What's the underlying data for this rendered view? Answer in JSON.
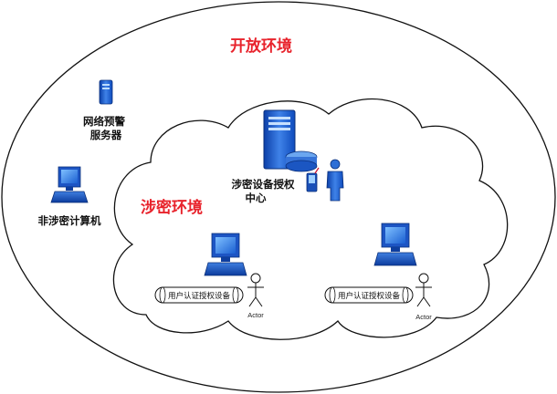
{
  "zones": {
    "open": "开放环境",
    "classified": "涉密环境"
  },
  "nodes": {
    "warning_server": [
      "网络预警",
      "服务器"
    ],
    "non_classified_pc": "非涉密计算机",
    "auth_center": [
      "涉密设备授权",
      "中心"
    ]
  },
  "devices": {
    "left": "用户认证授权设备",
    "right": "用户认证授权设备"
  },
  "actors": {
    "left": "Actor",
    "right": "Actor"
  }
}
